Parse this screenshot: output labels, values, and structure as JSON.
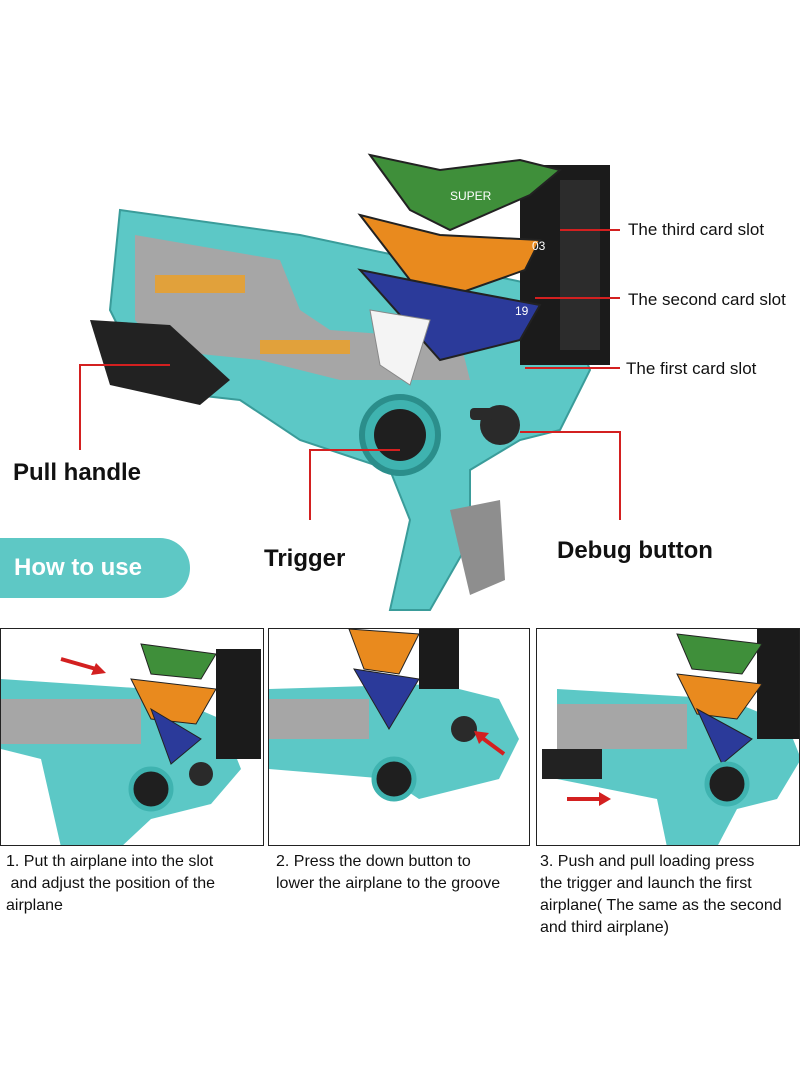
{
  "callouts": {
    "third_slot": "The third card slot",
    "second_slot": "The second card slot",
    "first_slot": "The first card slot",
    "pull_handle": "Pull handle",
    "trigger": "Trigger",
    "debug_button": "Debug button"
  },
  "badge": {
    "how_to_use": "How to use"
  },
  "plane_markings": {
    "super": "SUPER",
    "number_top": "03",
    "number_mid": "19"
  },
  "steps": [
    {
      "line1": "1. Put th airplane into the slot",
      "line2": " and adjust the position of the",
      "line3": "airplane",
      "line4": ""
    },
    {
      "line1": "2. Press the down button to",
      "line2": "lower the airplane to the groove",
      "line3": "",
      "line4": ""
    },
    {
      "line1": "3. Push and pull loading press",
      "line2": "the trigger and launch the first",
      "line3": "airplane( The same as the second",
      "line4": "and third airplane)"
    }
  ],
  "colors": {
    "gun_body": "#5cc8c6",
    "gun_grey": "#9a9a9a",
    "slot_black": "#1b1b1b",
    "callout_line": "#d32020",
    "badge": "#5ec8c5",
    "plane_green": "#3f8f3a"
  }
}
